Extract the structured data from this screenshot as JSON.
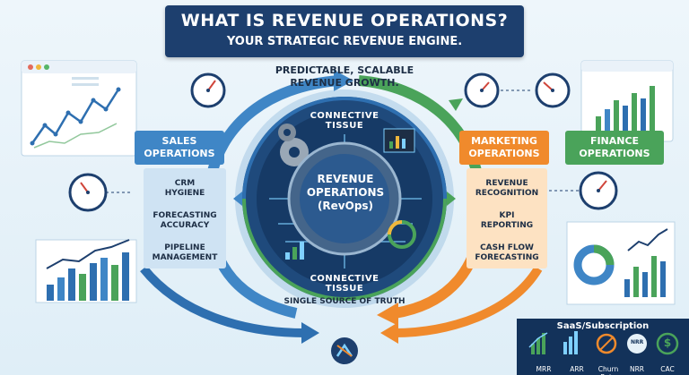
{
  "title": {
    "line1": "WHAT IS REVENUE OPERATIONS?",
    "line2": "YOUR STRATEGIC REVENUE ENGINE."
  },
  "tagline": {
    "line1": "PREDICTABLE, SCALABLE",
    "line2": "REVENUE GROWTH."
  },
  "hub": {
    "line1": "REVENUE",
    "line2": "OPERATIONS",
    "line3": "(RevOps)"
  },
  "ring": {
    "top": "CONNECTIVE TISSUE",
    "bottom": "CONNECTIVE TISSUE",
    "outer_bottom": "SINGLE SOURCE OF TRUTH"
  },
  "sales": {
    "title": "SALES\nOPERATIONS",
    "title_l1": "SALES",
    "title_l2": "OPERATIONS",
    "items": [
      {
        "l1": "CRM",
        "l2": "HYGIENE"
      },
      {
        "l1": "FORECASTING",
        "l2": "ACCURACY"
      },
      {
        "l1": "PIPELINE",
        "l2": "MANAGEMENT"
      }
    ]
  },
  "marketing": {
    "title_l1": "MARKETING",
    "title_l2": "OPERATIONS",
    "items": [
      {
        "l1": "REVENUE",
        "l2": "RECOGNITION"
      },
      {
        "l1": "KPI",
        "l2": "REPORTING"
      },
      {
        "l1": "CASH FLOW",
        "l2": "FORECASTING"
      }
    ]
  },
  "finance": {
    "title_l1": "FINANCE",
    "title_l2": "OPERATIONS"
  },
  "kpis": {
    "title": "SaaS/Subscription",
    "labels": [
      "MRR",
      "ARR",
      "Churn Rate",
      "NRR",
      "CAC"
    ],
    "nrr_icon_text": "NRR",
    "cac_icon_text": "$"
  },
  "colors": {
    "navy": "#1d3f6e",
    "sales_blue": "#3f86c6",
    "marketing_orange": "#f08a2c",
    "finance_green": "#4aa35a",
    "bg": "#e6f1f8"
  }
}
